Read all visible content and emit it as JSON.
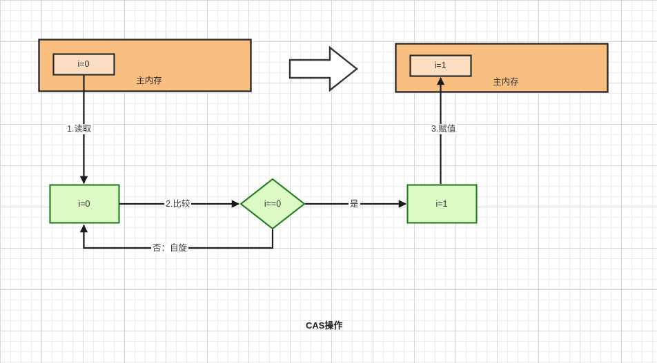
{
  "diagram": {
    "caption": "CAS操作",
    "colors": {
      "memory_fill": "#f9bf81",
      "memory_stroke": "#2b2b2b",
      "value_fill": "#fcdfc2",
      "thread_fill": "#ddfbc4",
      "thread_stroke": "#2a7f2a",
      "arrow_stroke": "#1a1a1a",
      "grid_minor": "#ececec",
      "grid_major": "#d8d8d8",
      "canvas": "#ffffff"
    },
    "nodes": {
      "main_memory_before": {
        "title": "主内存",
        "value": "i=0"
      },
      "main_memory_after": {
        "title": "主内存",
        "value": "i=1"
      },
      "thread_read": {
        "value": "i=0"
      },
      "compare_decision": {
        "value": "i==0"
      },
      "thread_write": {
        "value": "i=1"
      }
    },
    "edges": [
      {
        "id": "read",
        "label": "1.读取"
      },
      {
        "id": "compare",
        "label": "2.比较"
      },
      {
        "id": "yes",
        "label": "是"
      },
      {
        "id": "assign",
        "label": "3.赋值"
      },
      {
        "id": "spin",
        "label": "否：自旋"
      }
    ],
    "transition_icon": "right-block-arrow-icon"
  }
}
